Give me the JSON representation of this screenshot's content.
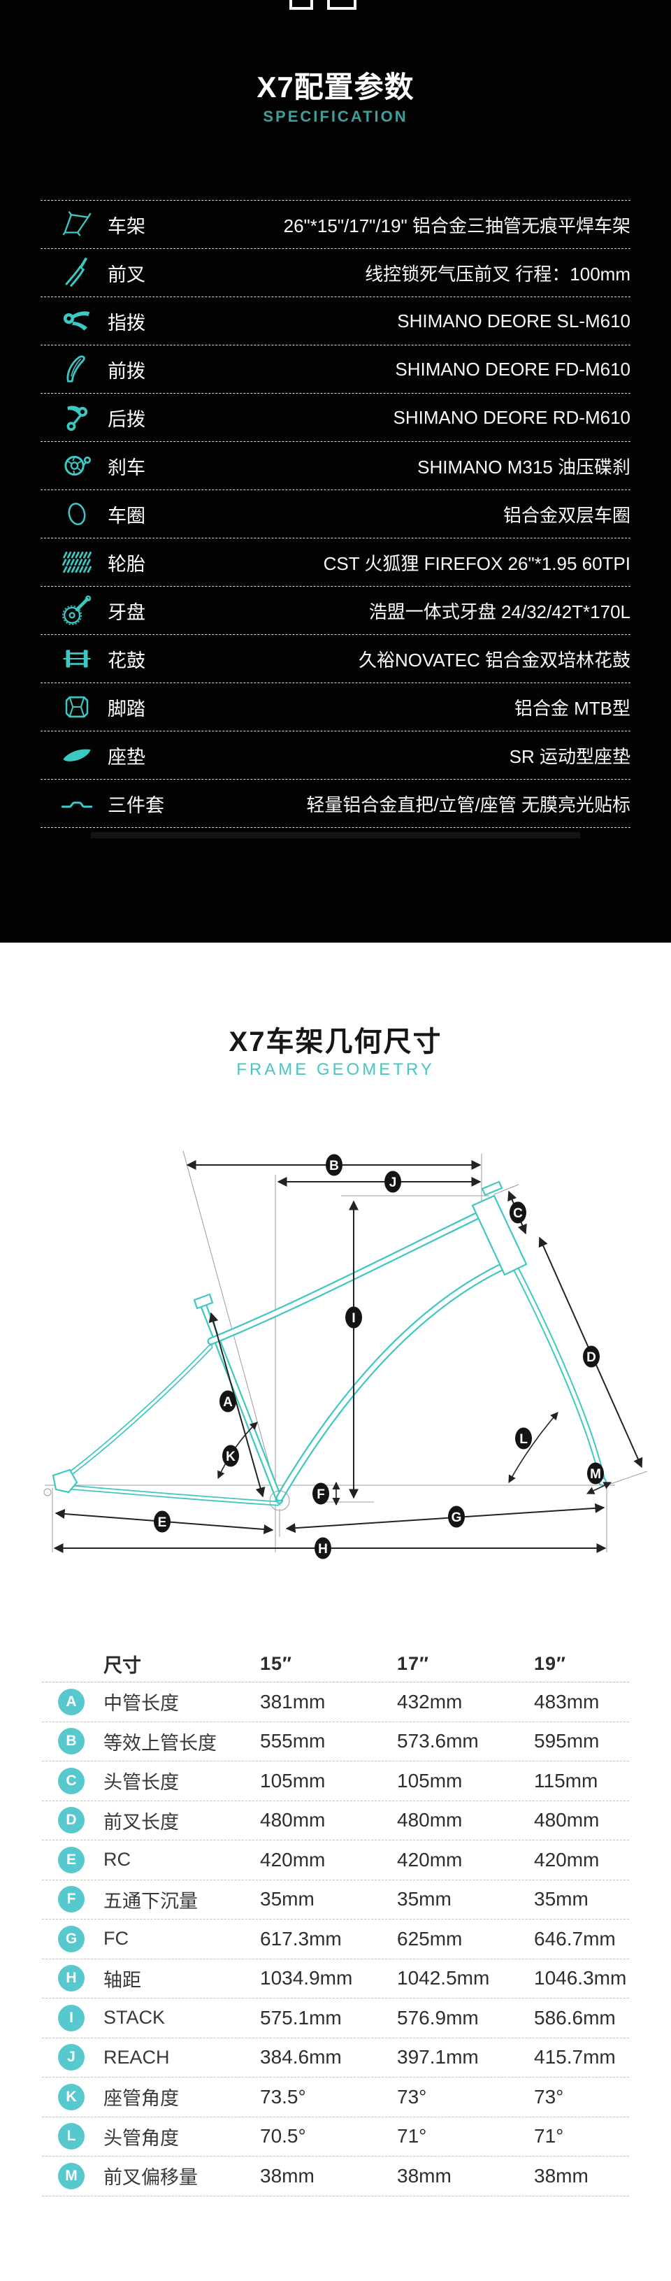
{
  "colors": {
    "accent_teal": "#3fc7c2",
    "badge_teal": "#57c8ce",
    "spec_subtitle_teal": "#3f9f9c",
    "black_bg": "#030303"
  },
  "spec": {
    "title": "X7配置参数",
    "subtitle": "SPECIFICATION",
    "rows": [
      {
        "icon": "frame-icon",
        "label": "车架",
        "value": "26\"*15\"/17\"/19\" 铝合金三抽管无痕平焊车架"
      },
      {
        "icon": "fork-icon",
        "label": "前叉",
        "value": "线控锁死气压前叉 行程：100mm"
      },
      {
        "icon": "shifter-icon",
        "label": "指拨",
        "value": "SHIMANO DEORE SL-M610"
      },
      {
        "icon": "front-derailleur-icon",
        "label": "前拨",
        "value": "SHIMANO DEORE FD-M610"
      },
      {
        "icon": "rear-derailleur-icon",
        "label": "后拨",
        "value": "SHIMANO DEORE RD-M610"
      },
      {
        "icon": "disc-brake-icon",
        "label": "刹车",
        "value": "SHIMANO M315 油压碟刹"
      },
      {
        "icon": "rim-icon",
        "label": "车圈",
        "value": "铝合金双层车圈"
      },
      {
        "icon": "tire-icon",
        "label": "轮胎",
        "value": "CST 火狐狸 FIREFOX 26\"*1.95 60TPI"
      },
      {
        "icon": "crankset-icon",
        "label": "牙盘",
        "value": "浩盟一体式牙盘 24/32/42T*170L"
      },
      {
        "icon": "hub-icon",
        "label": "花鼓",
        "value": "久裕NOVATEC 铝合金双培林花鼓"
      },
      {
        "icon": "pedal-icon",
        "label": "脚踏",
        "value": "铝合金 MTB型"
      },
      {
        "icon": "saddle-icon",
        "label": "座垫",
        "value": "SR 运动型座垫"
      },
      {
        "icon": "handlebar-icon",
        "label": "三件套",
        "value": "轻量铝合金直把/立管/座管 无膜亮光贴标"
      }
    ]
  },
  "geometry": {
    "title": "X7车架几何尺寸",
    "subtitle": "FRAME GEOMETRY",
    "diagram_labels": [
      "A",
      "B",
      "C",
      "D",
      "E",
      "F",
      "G",
      "H",
      "I",
      "J",
      "K",
      "L",
      "M"
    ],
    "table": {
      "header": [
        "尺寸",
        "15″",
        "17″",
        "19″"
      ],
      "rows": [
        {
          "key": "A",
          "label": "中管长度",
          "values": [
            "381mm",
            "432mm",
            "483mm"
          ]
        },
        {
          "key": "B",
          "label": "等效上管长度",
          "values": [
            "555mm",
            "573.6mm",
            "595mm"
          ]
        },
        {
          "key": "C",
          "label": "头管长度",
          "values": [
            "105mm",
            "105mm",
            "115mm"
          ]
        },
        {
          "key": "D",
          "label": "前叉长度",
          "values": [
            "480mm",
            "480mm",
            "480mm"
          ]
        },
        {
          "key": "E",
          "label": "RC",
          "values": [
            "420mm",
            "420mm",
            "420mm"
          ]
        },
        {
          "key": "F",
          "label": "五通下沉量",
          "values": [
            "35mm",
            "35mm",
            "35mm"
          ]
        },
        {
          "key": "G",
          "label": "FC",
          "values": [
            "617.3mm",
            "625mm",
            "646.7mm"
          ]
        },
        {
          "key": "H",
          "label": "轴距",
          "values": [
            "1034.9mm",
            "1042.5mm",
            "1046.3mm"
          ]
        },
        {
          "key": "I",
          "label": "STACK",
          "values": [
            "575.1mm",
            "576.9mm",
            "586.6mm"
          ]
        },
        {
          "key": "J",
          "label": "REACH",
          "values": [
            "384.6mm",
            "397.1mm",
            "415.7mm"
          ]
        },
        {
          "key": "K",
          "label": "座管角度",
          "values": [
            "73.5°",
            "73°",
            "73°"
          ]
        },
        {
          "key": "L",
          "label": "头管角度",
          "values": [
            "70.5°",
            "71°",
            "71°"
          ]
        },
        {
          "key": "M",
          "label": "前叉偏移量",
          "values": [
            "38mm",
            "38mm",
            "38mm"
          ]
        }
      ]
    }
  }
}
